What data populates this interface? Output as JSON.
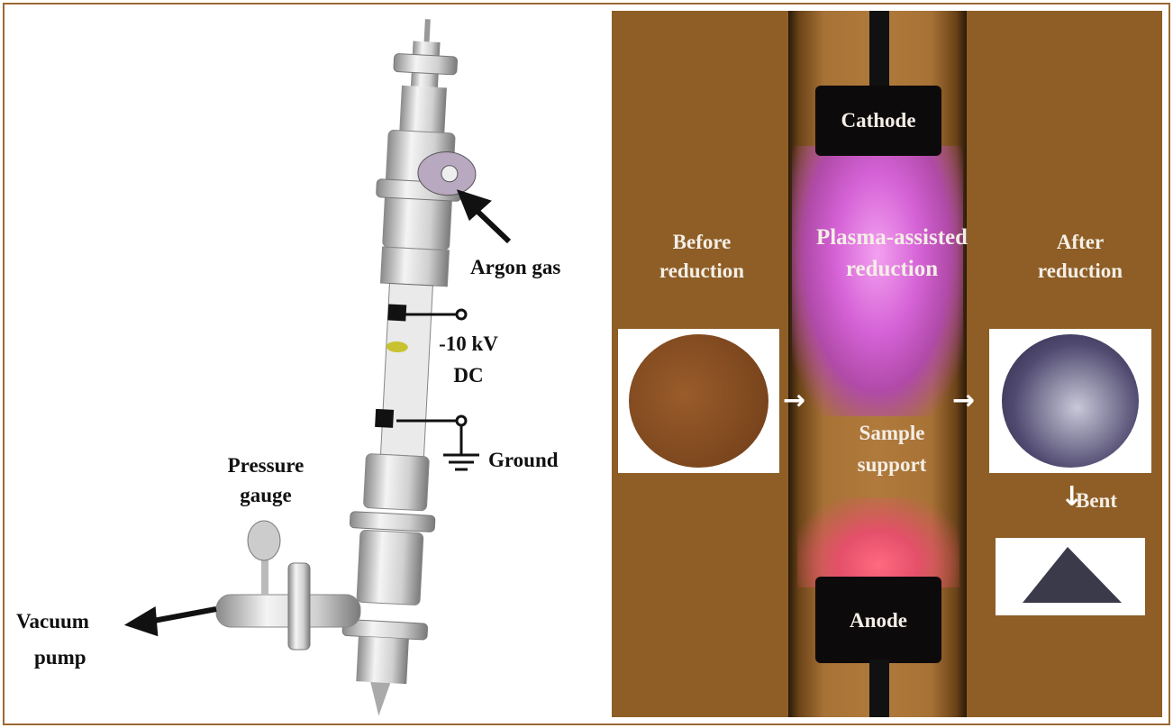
{
  "left_panel": {
    "argon_label": "Argon gas",
    "voltage_label_line1": "-10 kV",
    "voltage_label_line2": "DC",
    "ground_label": "Ground",
    "pressure_label_line1": "Pressure",
    "pressure_label_line2": "gauge",
    "vacuum_label_line1": "Vacuum",
    "vacuum_label_line2": "pump"
  },
  "right_panel": {
    "cathode_label": "Cathode",
    "before_line1": "Before",
    "before_line2": "reduction",
    "plasma_line1": "Plasma-assisted",
    "plasma_line2": "reduction",
    "after_line1": "After",
    "after_line2": "reduction",
    "support_line1": "Sample",
    "support_line2": "support",
    "bent_label": "Bent",
    "anode_label": "Anode"
  },
  "colors": {
    "background_brown": "#8e5e26",
    "frame": "#9a6a35"
  }
}
